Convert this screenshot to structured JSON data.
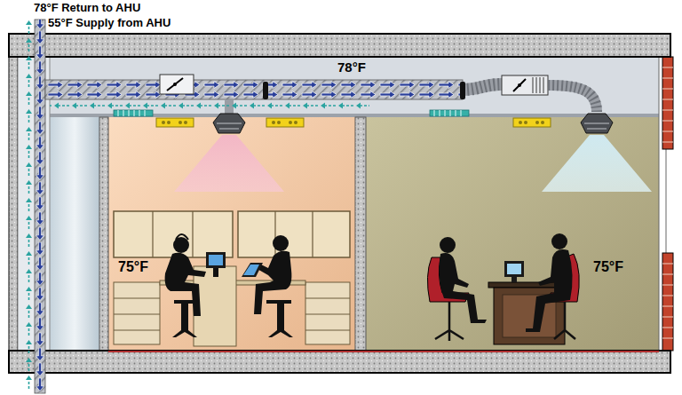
{
  "diagram": {
    "labels": [
      "78°F Return to AHU",
      "55°F Supply from AHU",
      "78°F",
      "75°F",
      "75°F"
    ]
  }
}
